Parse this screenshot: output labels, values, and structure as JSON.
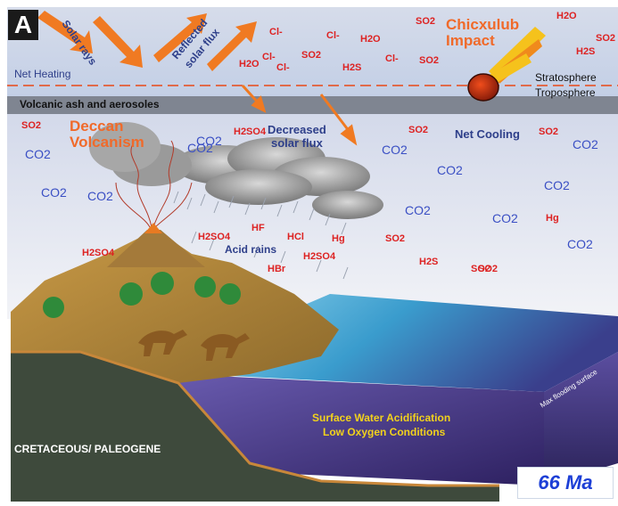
{
  "panel_label": "A",
  "age_label": "66 Ma",
  "labels": {
    "solar_rays": "Solar rays",
    "reflected_solar_flux": [
      "Reflected",
      "solar flux"
    ],
    "net_heating": "Net Heating",
    "chicxulub_impact": [
      "Chicxulub",
      "Impact"
    ],
    "stratosphere": "Stratosphere",
    "troposphere": "Troposphere",
    "volcanic_ash": "Volcanic ash and aerosoles",
    "deccan_volcanism": [
      "Deccan",
      "Volcanism"
    ],
    "decreased_solar_flux": [
      "Decreased",
      "solar flux"
    ],
    "net_cooling": "Net Cooling",
    "acid_rains": "Acid rains",
    "surface_water": [
      "Surface Water Acidification",
      "Low Oxygen Conditions"
    ],
    "cretaceous_paleogene": "CRETACEOUS/ PALEOGENE",
    "max_flooding_surface": "Max flooding surface"
  },
  "upper_chemicals": [
    {
      "t": "SO2",
      "color": "#d22"
    },
    {
      "t": "H2O",
      "color": "#d22"
    },
    {
      "t": "SO2",
      "color": "#d22"
    },
    {
      "t": "H2S",
      "color": "#d22"
    },
    {
      "t": "H2O",
      "color": "#d22"
    },
    {
      "t": "Cl-",
      "color": "#d22"
    },
    {
      "t": "Cl-",
      "color": "#d22"
    },
    {
      "t": "H2O",
      "color": "#d22"
    },
    {
      "t": "SO2",
      "color": "#d22"
    },
    {
      "t": "H2S",
      "color": "#d22"
    },
    {
      "t": "Cl-",
      "color": "#d22"
    },
    {
      "t": "SO2",
      "color": "#d22"
    },
    {
      "t": "Cl-",
      "color": "#d22"
    },
    {
      "t": "Cl-",
      "color": "#d22"
    }
  ],
  "lower_chemicals": [
    {
      "t": "SO2",
      "color": "#d22"
    },
    {
      "t": "CO2",
      "color": "#3a4fc4"
    },
    {
      "t": "CO2",
      "color": "#3a4fc4"
    },
    {
      "t": "CO2",
      "color": "#3a4fc4"
    },
    {
      "t": "H2SO4",
      "color": "#d22"
    },
    {
      "t": "H2SO4",
      "color": "#d22"
    },
    {
      "t": "HF",
      "color": "#d22"
    },
    {
      "t": "HCl",
      "color": "#d22"
    },
    {
      "t": "Hg",
      "color": "#d22"
    },
    {
      "t": "H2SO4",
      "color": "#d22"
    },
    {
      "t": "HBr",
      "color": "#d22"
    },
    {
      "t": "H2SO4",
      "color": "#d22"
    },
    {
      "t": "SO2",
      "color": "#d22"
    },
    {
      "t": "CO2",
      "color": "#3a4fc4"
    },
    {
      "t": "CO2",
      "color": "#3a4fc4"
    },
    {
      "t": "CO2",
      "color": "#3a4fc4"
    },
    {
      "t": "SO2",
      "color": "#d22"
    },
    {
      "t": "SO2",
      "color": "#d22"
    },
    {
      "t": "CO2",
      "color": "#3a4fc4"
    },
    {
      "t": "CO2",
      "color": "#3a4fc4"
    },
    {
      "t": "CO2",
      "color": "#3a4fc4"
    },
    {
      "t": "CO2",
      "color": "#3a4fc4"
    },
    {
      "t": "Hg",
      "color": "#d22"
    },
    {
      "t": "CO2",
      "color": "#3a4fc4"
    },
    {
      "t": "SO2",
      "color": "#d22"
    },
    {
      "t": "H2S",
      "color": "#d22"
    },
    {
      "t": "SO2",
      "color": "#d22"
    },
    {
      "t": "CO2",
      "color": "#3a4fc4"
    }
  ],
  "colors": {
    "sky_top": "#c9d3e6",
    "net_heating_line": "#e06a4a",
    "arrow_orange": "#f07a22",
    "ash_band": "#7f8591",
    "volcano_brown": "#b88a3c",
    "ocean": "#3a9ccd",
    "deep_water": "#4a3a8a",
    "rock": "#3e4a3c",
    "title_blue": "#1d3fd6"
  }
}
